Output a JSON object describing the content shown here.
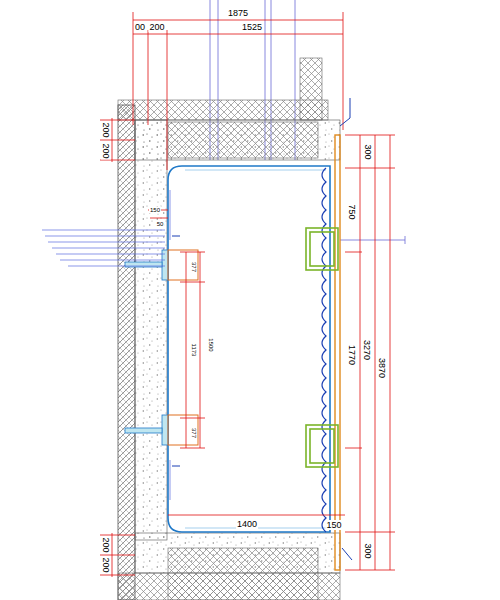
{
  "diagram": {
    "labels": [
      "1875",
      "00",
      "200",
      "1525",
      "200",
      "200",
      "300",
      "750",
      "150",
      "50",
      "377",
      "1500",
      "1173",
      "377",
      "1770",
      "3270",
      "3870",
      "1400",
      "150",
      "200",
      "200",
      "300"
    ]
  }
}
